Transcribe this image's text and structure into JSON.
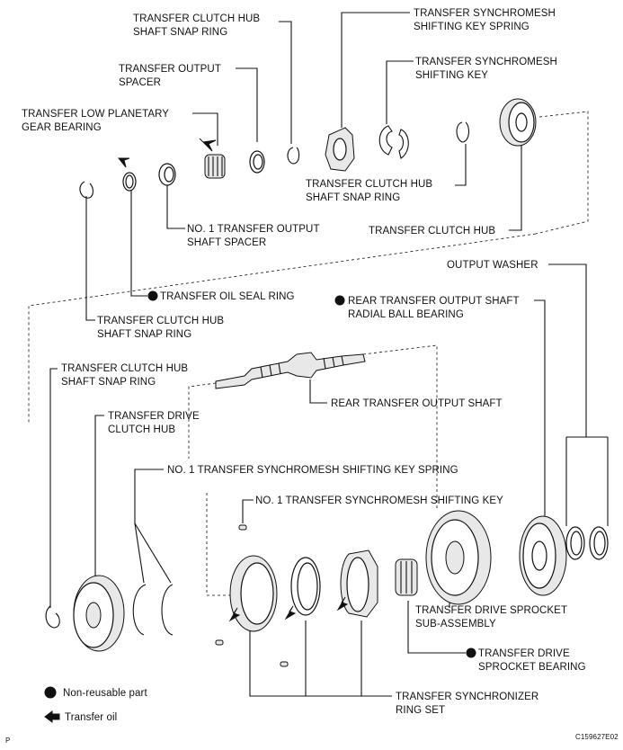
{
  "labels": {
    "snap_ring_top": [
      "TRANSFER CLUTCH HUB",
      "SHAFT SNAP RING"
    ],
    "synchro_key_spring": [
      "TRANSFER SYNCHROMESH",
      "SHIFTING KEY SPRING"
    ],
    "synchro_key": [
      "TRANSFER SYNCHROMESH",
      "SHIFTING KEY"
    ],
    "output_spacer": [
      "TRANSFER OUTPUT",
      "SPACER"
    ],
    "low_planetary_bearing": [
      "TRANSFER LOW PLANETARY",
      "GEAR BEARING"
    ],
    "snap_ring_mid": [
      "TRANSFER CLUTCH HUB",
      "SHAFT SNAP RING"
    ],
    "no1_output_spacer": [
      "NO. 1 TRANSFER OUTPUT",
      "SHAFT SPACER"
    ],
    "clutch_hub": [
      "TRANSFER CLUTCH HUB"
    ],
    "output_washer": [
      "OUTPUT WASHER"
    ],
    "oil_seal_ring": [
      "TRANSFER OIL SEAL RING"
    ],
    "rear_bearing": [
      "REAR TRANSFER OUTPUT SHAFT",
      "RADIAL BALL BEARING"
    ],
    "snap_ring_left": [
      "TRANSFER CLUTCH HUB",
      "SHAFT SNAP RING"
    ],
    "snap_ring_lower": [
      "TRANSFER CLUTCH HUB",
      "SHAFT SNAP RING"
    ],
    "rear_output_shaft": [
      "REAR TRANSFER OUTPUT SHAFT"
    ],
    "drive_clutch_hub": [
      "TRANSFER DRIVE",
      "CLUTCH HUB"
    ],
    "no1_key_spring": [
      "NO. 1 TRANSFER SYNCHROMESH SHIFTING KEY SPRING"
    ],
    "no1_key": [
      "NO. 1 TRANSFER SYNCHROMESH SHIFTING KEY"
    ],
    "drive_sprocket": [
      "TRANSFER DRIVE SPROCKET",
      "SUB-ASSEMBLY"
    ],
    "sprocket_bearing": [
      "TRANSFER DRIVE",
      "SPROCKET BEARING"
    ],
    "synchronizer_ring_set": [
      "TRANSFER SYNCHRONIZER",
      "RING SET"
    ]
  },
  "legend": {
    "non_reusable": "Non-reusable part",
    "transfer_oil": "Transfer oil"
  },
  "corner": {
    "left": "P",
    "right": "C159627E02"
  }
}
